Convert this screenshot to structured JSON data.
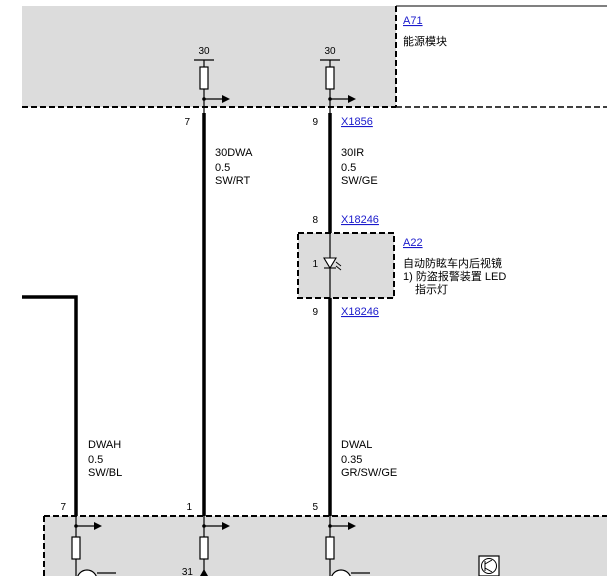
{
  "top_module": {
    "ref": "A71",
    "name": "能源模块",
    "pin_labels": [
      "30",
      "30"
    ]
  },
  "connectors": {
    "x1856": "X1856",
    "x18246_top": "X18246",
    "x18246_bottom": "X18246"
  },
  "pins": {
    "a71_left": "7",
    "a71_right": "9",
    "a22_in": "8",
    "a22_led": "1",
    "a22_out": "9",
    "bottom_p7": "7",
    "bottom_p1": "1",
    "bottom_p5": "5",
    "bottom_31": "31"
  },
  "wires": {
    "w30dwa": {
      "name": "30DWA",
      "gauge": "0.5",
      "color": "SW/RT"
    },
    "w30ir": {
      "name": "30IR",
      "gauge": "0.5",
      "color": "SW/GE"
    },
    "wdwah": {
      "name": "DWAH",
      "gauge": "0.5",
      "color": "SW/BL"
    },
    "wdwal": {
      "name": "DWAL",
      "gauge": "0.35",
      "color": "GR/SW/GE"
    }
  },
  "a22": {
    "ref": "A22",
    "name": "自动防眩车内后视镜",
    "note_line1": "1) 防盗报警装置 LED",
    "note_line2": "指示灯"
  },
  "colors": {
    "module_fill": "#dcdcdc",
    "wire": "#000000",
    "link": "#1a1acc"
  }
}
